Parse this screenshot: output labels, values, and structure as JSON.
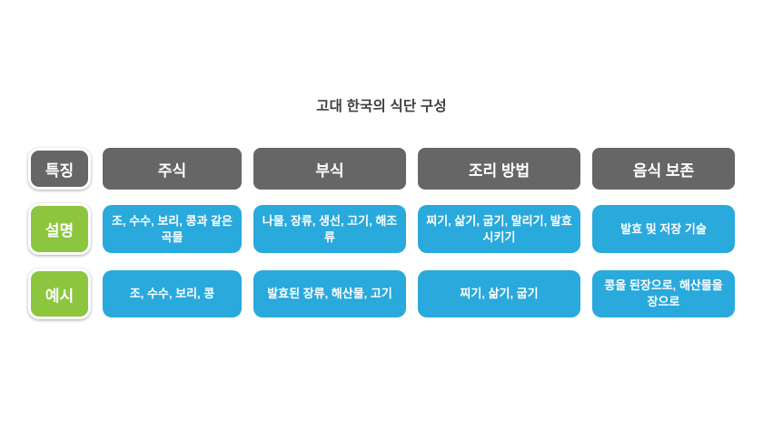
{
  "title": "고대 한국의 식단 구성",
  "colors": {
    "header_gray": "#666666",
    "label_green": "#8cc63f",
    "cell_blue": "#29a9dc",
    "title_text": "#3f3f3f",
    "box_text": "#ffffff",
    "background": "#ffffff"
  },
  "table": {
    "row_labels": {
      "feature": "특징",
      "description": "설명",
      "example": "예시"
    },
    "columns": [
      {
        "header": "주식",
        "description": "조, 수수, 보리, 콩과 같은 곡물",
        "example": "조, 수수, 보리, 콩"
      },
      {
        "header": "부식",
        "description": "나물, 장류, 생선, 고기, 해조류",
        "example": "발효된 장류, 해산물, 고기"
      },
      {
        "header": "조리 방법",
        "description": "찌기, 삶기, 굽기, 말리기, 발효시키기",
        "example": "찌기, 삶기, 굽기"
      },
      {
        "header": "음식 보존",
        "description": "발효 및 저장 기술",
        "example": "콩을 된장으로, 해산물을 장으로"
      }
    ]
  }
}
